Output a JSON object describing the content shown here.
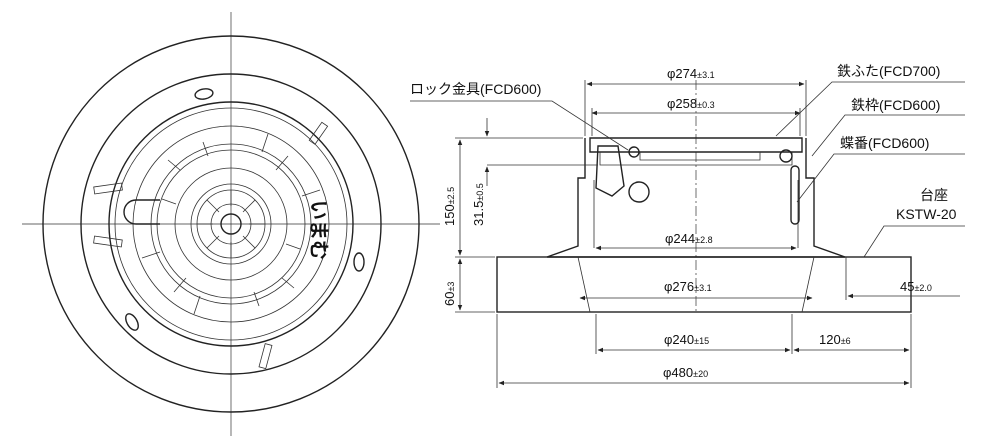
{
  "labels": {
    "lock": "ロック金具(FCD600)",
    "cover": "鉄ふた(FCD700)",
    "frame": "鉄枠(FCD600)",
    "hinge": "蝶番(FCD600)",
    "base_line1": "台座",
    "base_line2": "KSTW-20",
    "lid_text": "いまむ"
  },
  "dims": {
    "d274": {
      "main": "φ274",
      "tol": "±3.1"
    },
    "d258": {
      "main": "φ258",
      "tol": "±0.3"
    },
    "d244": {
      "main": "φ244",
      "tol": "±2.8"
    },
    "d276": {
      "main": "φ276",
      "tol": "±3.1"
    },
    "d240": {
      "main": "φ240",
      "tol": "±15"
    },
    "d120": {
      "main": "120",
      "tol": "±6"
    },
    "d480": {
      "main": "φ480",
      "tol": "±20"
    },
    "d45": {
      "main": "45",
      "tol": "±2.0"
    },
    "h150": {
      "main": "150",
      "tol": "±2.5"
    },
    "h31": {
      "main": "31.5",
      "tol": "±0.5"
    },
    "h60": {
      "main": "60",
      "tol": "±3"
    }
  }
}
